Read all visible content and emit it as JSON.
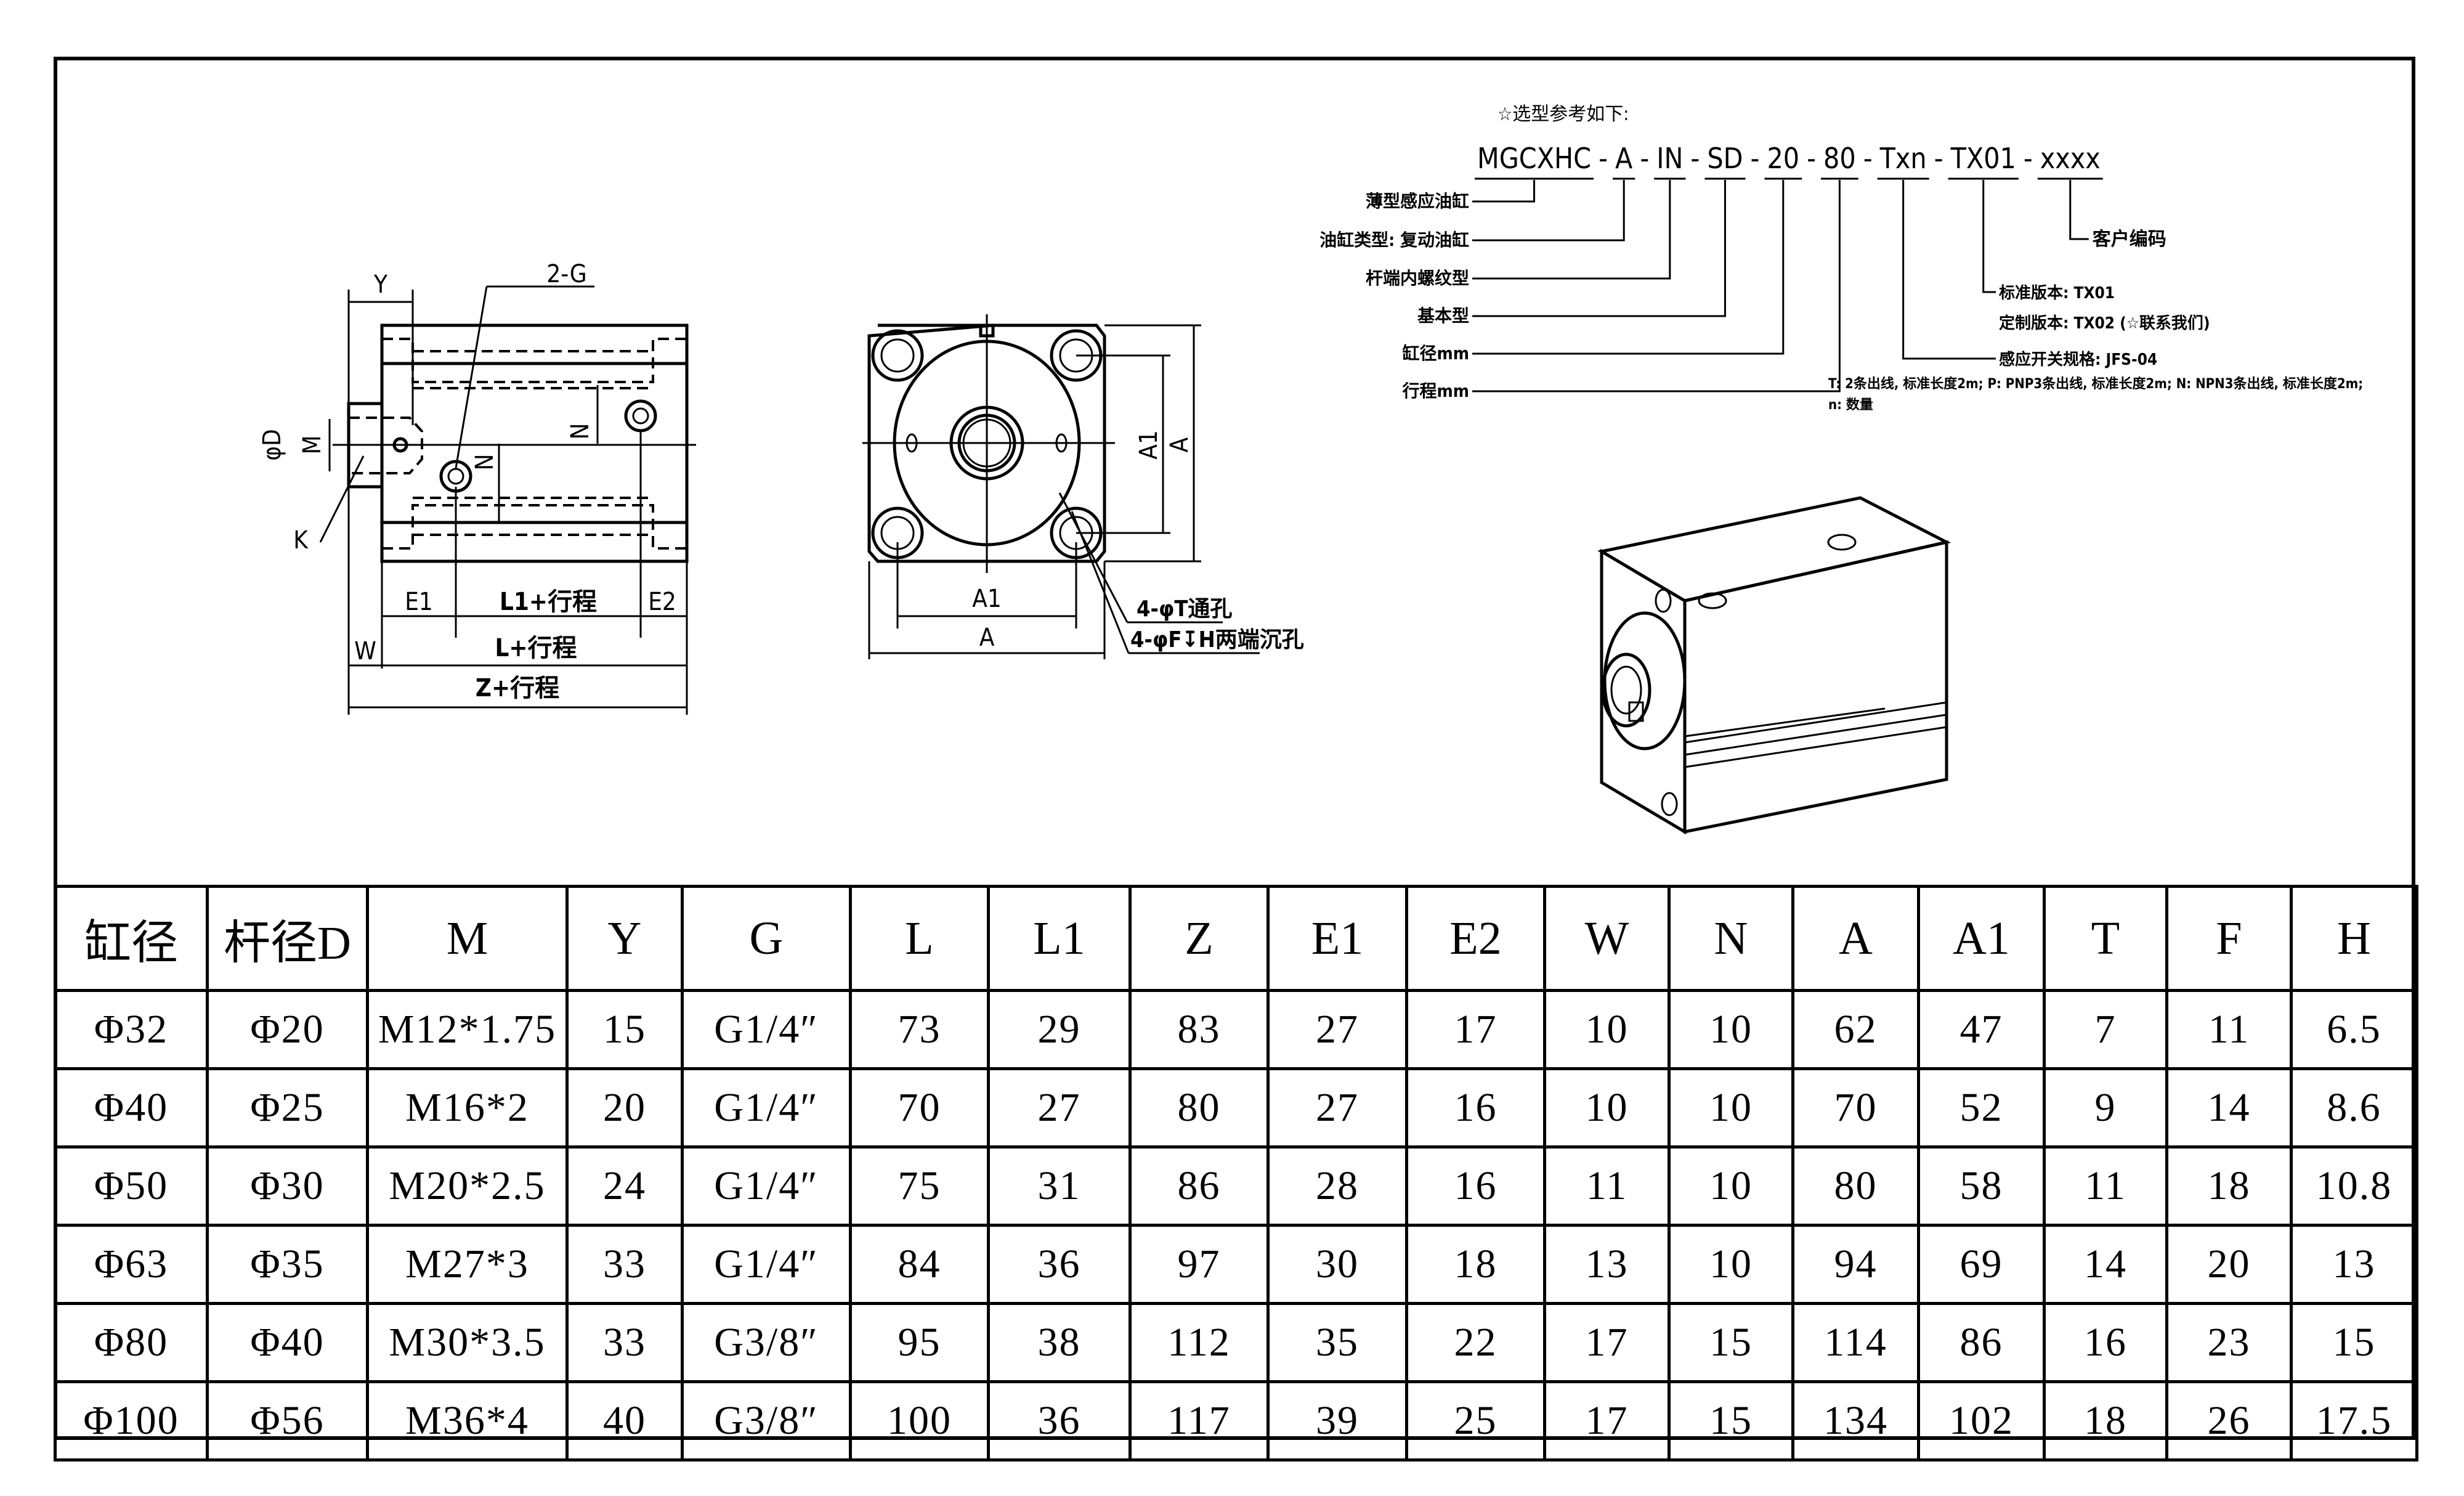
{
  "selection": {
    "title": "☆选型参考如下:",
    "code_segments": [
      "MGCXHC",
      "A",
      "IN",
      "SD",
      "20",
      "80",
      "Txn",
      "TX01",
      "xxxx"
    ],
    "left_labels": [
      "薄型感应油缸",
      "油缸类型: 复动油缸",
      "杆端内螺纹型",
      "基本型",
      "缸径mm",
      "行程mm"
    ],
    "customer_code": "客户编码",
    "standard_version": "标准版本: TX01",
    "custom_version": "定制版本: TX02 (☆联系我们)",
    "switch_spec": "感应开关规格: JFS-04",
    "switch_note_1": "T: 2条出线, 标准长度2m; P: PNP3条出线, 标准长度2m; N: NPN3条出线, 标准长度2m;",
    "switch_note_2": "n: 数量"
  },
  "side_view": {
    "y": "Y",
    "g": "2-G",
    "d": "φD",
    "m": "M",
    "k": "K",
    "n": "N",
    "e1": "E1",
    "l1": "L1+行程",
    "e2": "E2",
    "w": "W",
    "l": "L+行程",
    "z": "Z+行程"
  },
  "front_view": {
    "a1": "A1",
    "a": "A",
    "t_hole": "4-φT通孔",
    "f_hole": "4-φF↧H两端沉孔"
  },
  "table": {
    "headers": [
      "缸径",
      "杆径D",
      "M",
      "Y",
      "G",
      "L",
      "L1",
      "Z",
      "E1",
      "E2",
      "W",
      "N",
      "A",
      "A1",
      "T",
      "F",
      "H"
    ],
    "rows": [
      [
        "Φ32",
        "Φ20",
        "M12*1.75",
        "15",
        "G1/4″",
        "73",
        "29",
        "83",
        "27",
        "17",
        "10",
        "10",
        "62",
        "47",
        "7",
        "11",
        "6.5"
      ],
      [
        "Φ40",
        "Φ25",
        "M16*2",
        "20",
        "G1/4″",
        "70",
        "27",
        "80",
        "27",
        "16",
        "10",
        "10",
        "70",
        "52",
        "9",
        "14",
        "8.6"
      ],
      [
        "Φ50",
        "Φ30",
        "M20*2.5",
        "24",
        "G1/4″",
        "75",
        "31",
        "86",
        "28",
        "16",
        "11",
        "10",
        "80",
        "58",
        "11",
        "18",
        "10.8"
      ],
      [
        "Φ63",
        "Φ35",
        "M27*3",
        "33",
        "G1/4″",
        "84",
        "36",
        "97",
        "30",
        "18",
        "13",
        "10",
        "94",
        "69",
        "14",
        "20",
        "13"
      ],
      [
        "Φ80",
        "Φ40",
        "M30*3.5",
        "33",
        "G3/8″",
        "95",
        "38",
        "112",
        "35",
        "22",
        "17",
        "15",
        "114",
        "86",
        "16",
        "23",
        "15"
      ],
      [
        "Φ100",
        "Φ56",
        "M36*4",
        "40",
        "G3/8″",
        "100",
        "36",
        "117",
        "39",
        "25",
        "17",
        "15",
        "134",
        "102",
        "18",
        "26",
        "17.5"
      ]
    ]
  }
}
